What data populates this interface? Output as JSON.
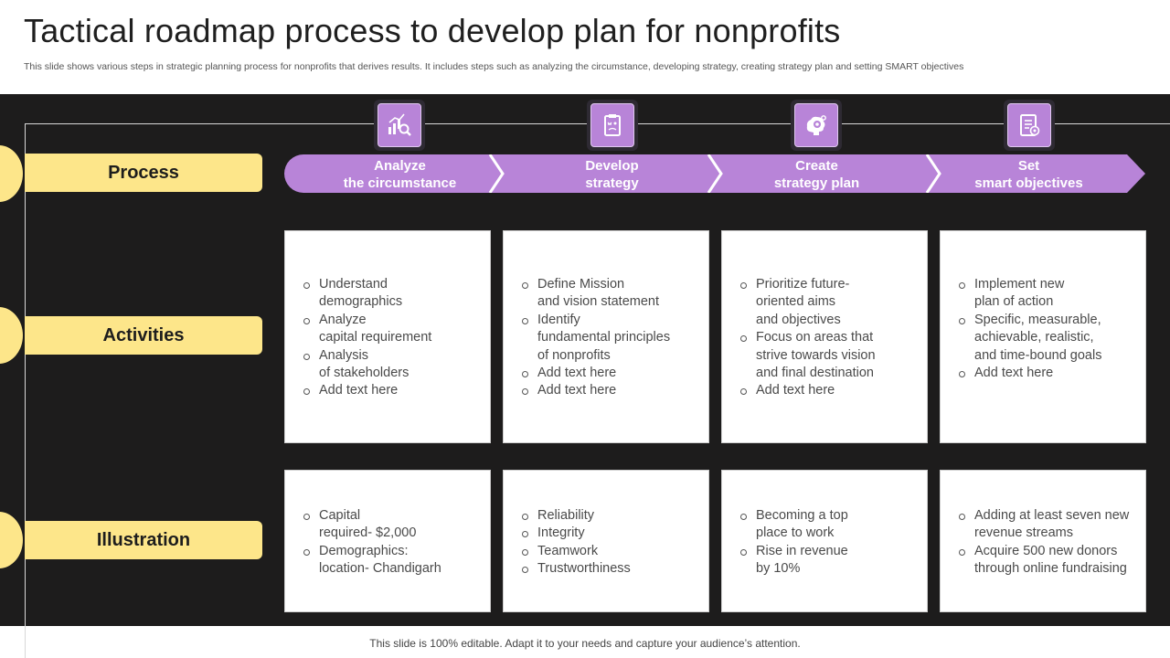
{
  "slide": {
    "title": "Tactical roadmap process to develop plan for nonprofits",
    "subtitle": "This slide shows various steps in strategic planning process for nonprofits that derives results. It includes steps such as analyzing the circumstance, developing strategy, creating strategy plan and setting SMART  objectives",
    "footer": "This slide is 100% editable. Adapt it to your needs and capture your audience’s attention."
  },
  "rows": {
    "process": "Process",
    "activities": "Activities",
    "illustration": "Illustration"
  },
  "colors": {
    "accent_purple": "#b884d8",
    "label_yellow": "#fde68a",
    "background_dark": "#1d1c1c"
  },
  "steps": [
    {
      "title_line1": "Analyze",
      "title_line2": "the circumstance",
      "icon": "chart-magnifier-icon",
      "activities": [
        "Understand\ndemographics",
        "Analyze\ncapital requirement",
        "Analysis\nof stakeholders",
        "Add text here"
      ],
      "illustration": [
        "Capital\nrequired- $2,000",
        "Demographics:\nlocation- Chandigarh"
      ]
    },
    {
      "title_line1": "Develop",
      "title_line2": "strategy",
      "icon": "clipboard-strategy-icon",
      "activities": [
        "Define Mission\nand vision statement",
        "Identify\nfundamental principles\nof nonprofits",
        "Add text here",
        "Add text here"
      ],
      "illustration": [
        "Reliability",
        "Integrity",
        "Teamwork",
        "Trustworthiness"
      ]
    },
    {
      "title_line1": "Create",
      "title_line2": "strategy plan",
      "icon": "brain-gear-icon",
      "activities": [
        "Prioritize future-\noriented aims\nand objectives",
        "Focus on areas that\nstrive towards vision\nand final destination",
        "Add text here"
      ],
      "illustration": [
        "Becoming a top\nplace to work",
        "Rise in revenue\nby 10%"
      ]
    },
    {
      "title_line1": "Set",
      "title_line2": "smart objectives",
      "icon": "checklist-target-icon",
      "activities": [
        "Implement new\nplan of action",
        "Specific, measurable,\nachievable, realistic,\nand time-bound goals",
        "Add text here"
      ],
      "illustration": [
        "Adding at least seven new\nrevenue streams",
        "Acquire 500 new donors\nthrough online fundraising"
      ]
    }
  ]
}
